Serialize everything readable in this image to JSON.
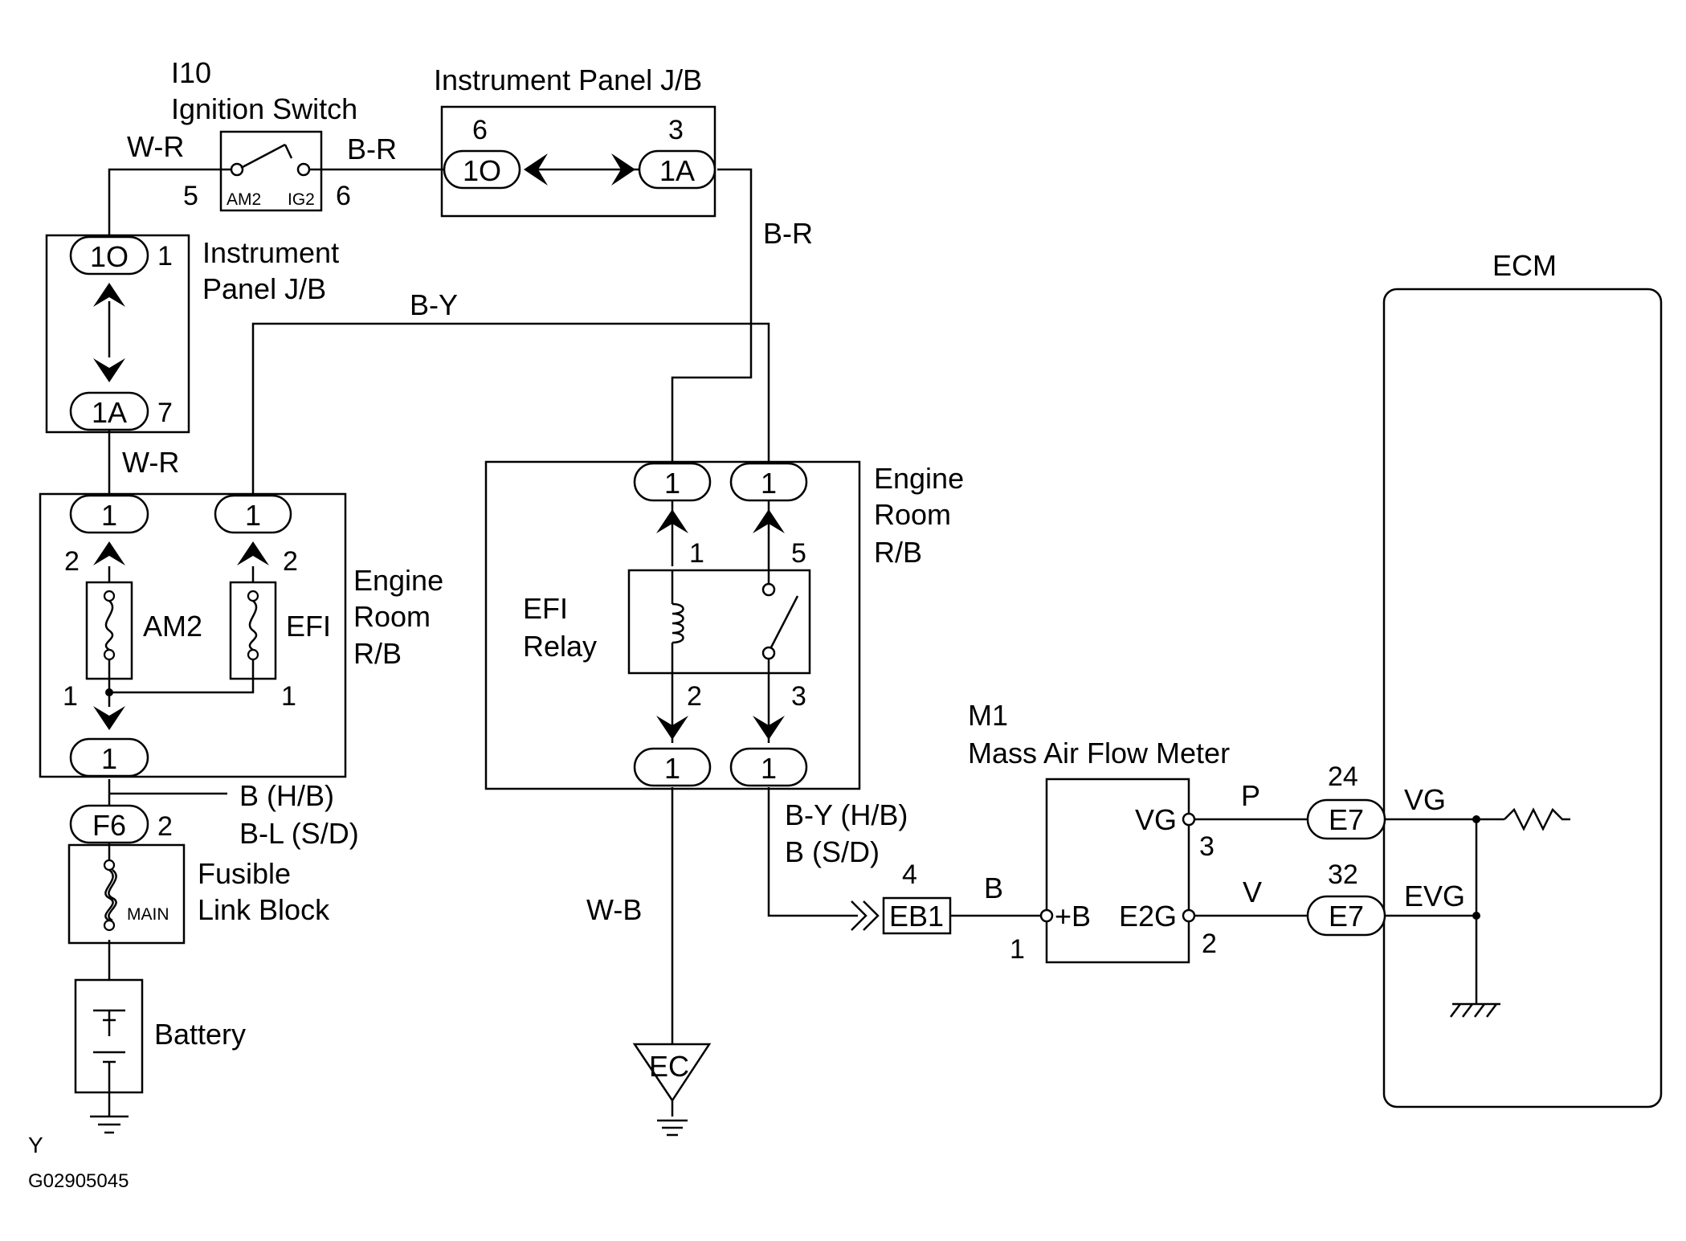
{
  "components": {
    "ignition_switch": {
      "code": "I10",
      "name": "Ignition Switch",
      "term_in": "AM2",
      "term_out": "IG2",
      "pin_in": "5",
      "pin_out": "6"
    },
    "ip_jb_top": {
      "name": "Instrument Panel J/B",
      "left_conn": "1O",
      "left_pin": "6",
      "right_conn": "1A",
      "right_pin": "3"
    },
    "ip_jb_left": {
      "name_line1": "Instrument",
      "name_line2": "Panel J/B",
      "top_conn": "1O",
      "top_pin": "1",
      "bottom_conn": "1A",
      "bottom_pin": "7"
    },
    "engine_rb_left": {
      "name_line1": "Engine",
      "name_line2": "Room",
      "name_line3": "R/B",
      "am2_label": "AM2",
      "efi_label": "EFI",
      "conn_label": "1",
      "pin_2": "2",
      "pin_1": "1"
    },
    "engine_rb_right": {
      "name_line1": "Engine",
      "name_line2": "Room",
      "name_line3": "R/B",
      "relay_line1": "EFI",
      "relay_line2": "Relay",
      "conn_label": "1",
      "pin_1": "1",
      "pin_5": "5",
      "pin_2": "2",
      "pin_3": "3"
    },
    "fusible_link": {
      "conn": "F6",
      "pin": "2",
      "name_line1": "Fusible",
      "name_line2": "Link Block",
      "fuse": "MAIN"
    },
    "battery": {
      "name": "Battery"
    },
    "ground_ec": {
      "label": "EC"
    },
    "junction_eb1": {
      "label": "EB1",
      "pin": "4"
    },
    "maf": {
      "code": "M1",
      "name": "Mass Air Flow Meter",
      "t_vg": "VG",
      "t_b": "+B",
      "t_e2g": "E2G",
      "pin_3": "3",
      "pin_1": "1",
      "pin_2": "2"
    },
    "ecm": {
      "name": "ECM",
      "conn": "E7",
      "pin_24": "24",
      "pin_32": "32",
      "t_vg": "VG",
      "t_evg": "EVG"
    }
  },
  "wires": {
    "wr_top": "W-R",
    "br_left": "B-R",
    "br_right": "B-R",
    "by": "B-Y",
    "wr_mid": "W-R",
    "b_hb": "B (H/B)",
    "bl_sd": "B-L  (S/D)",
    "by_hb": "B-Y  (H/B)",
    "b_sd": "B (S/D)",
    "wb": "W-B",
    "b_eb1": "B",
    "p": "P",
    "v": "V"
  },
  "footer": {
    "code_y": "Y",
    "figure_id": "G02905045"
  }
}
